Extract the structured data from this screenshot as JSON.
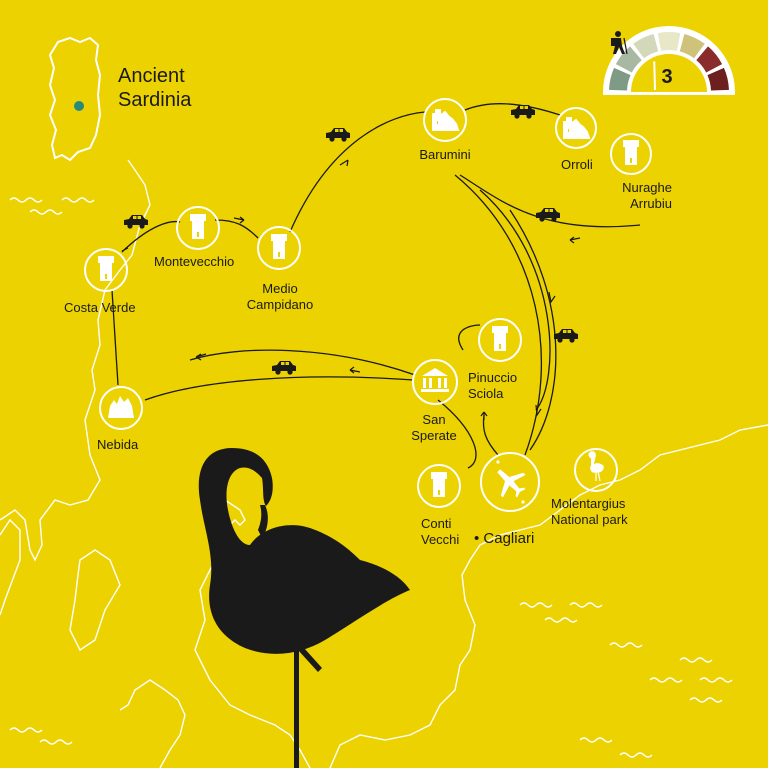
{
  "title": {
    "line1": "Ancient",
    "line2": "Sardinia"
  },
  "difficulty": {
    "level": "3",
    "max": 7,
    "colors": [
      "#7f9a85",
      "#a8b8a2",
      "#d2d8b9",
      "#e8e7c7",
      "#cfc37b",
      "#8b2c2c",
      "#6d1e1e"
    ],
    "icon": "hiker-icon"
  },
  "stops": {
    "barumini": {
      "line1": "Barumini",
      "icon": "ruins-icon"
    },
    "orroli": {
      "line1": "Orroli",
      "icon": "ruins-icon"
    },
    "arrubiu": {
      "line1": "Nuraghe",
      "line2": "Arrubiu",
      "icon": "tower-icon"
    },
    "montevecchio": {
      "line1": "Montevecchio",
      "icon": "tower-icon"
    },
    "medio": {
      "line1": "Medio",
      "line2": "Campidano",
      "icon": "tower-icon"
    },
    "costa": {
      "line1": "Costa Verde",
      "icon": "tower-icon"
    },
    "nebida": {
      "line1": "Nebida",
      "icon": "rock-icon"
    },
    "pinuccio": {
      "line1": "Pinuccio",
      "line2": "Sciola",
      "icon": "tower-icon"
    },
    "sansperate": {
      "line1": "San",
      "line2": "Sperate",
      "icon": "temple-icon"
    },
    "conti": {
      "line1": "Conti",
      "line2": "Vecchi",
      "icon": "tower-icon"
    },
    "molentargius": {
      "line1": "Molentargius",
      "line2": "National park",
      "icon": "flamingo-icon"
    }
  },
  "city": {
    "label": "• Cagliari",
    "icon": "airplane-icon"
  },
  "colors": {
    "background": "#ecd200",
    "lines": "#ffffff",
    "route": "#1a1a1a"
  }
}
